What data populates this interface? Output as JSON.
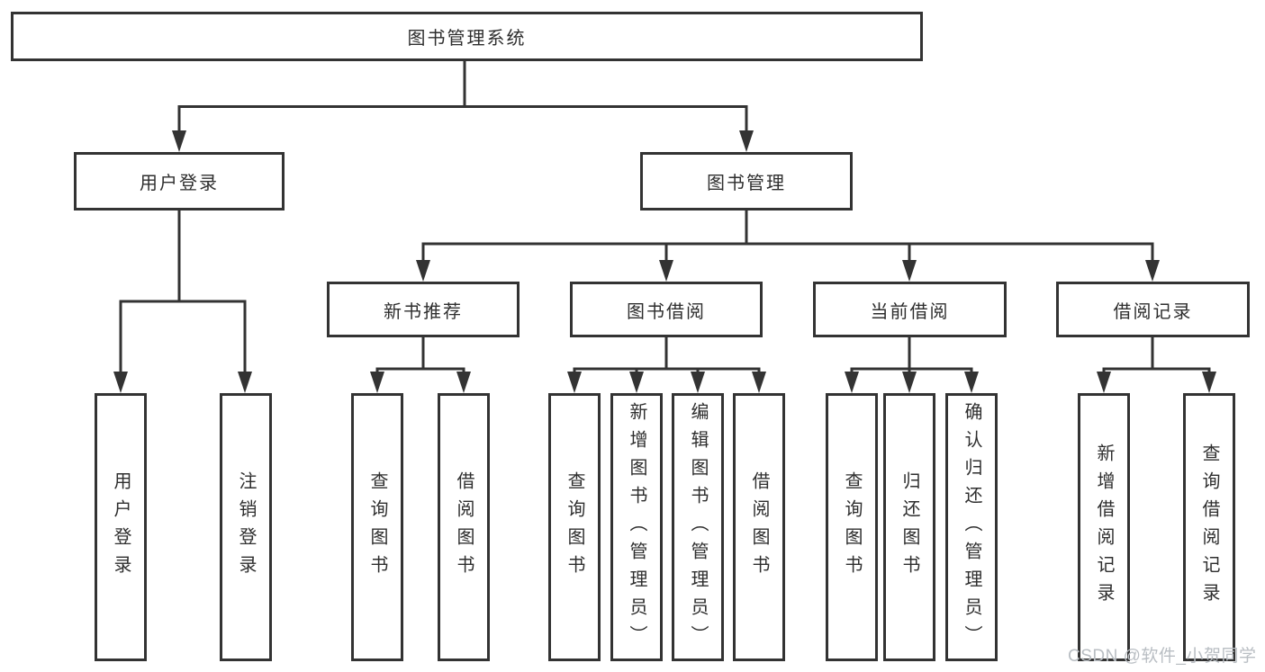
{
  "tree": {
    "root": "图书管理系统",
    "branches": [
      {
        "label": "用户登录",
        "children": [
          "用户登录",
          "注销登录"
        ]
      },
      {
        "label": "图书管理",
        "groups": [
          {
            "label": "新书推荐",
            "children": [
              "查询图书",
              "借阅图书"
            ]
          },
          {
            "label": "图书借阅",
            "children": [
              "查询图书",
              "新增图书（管理员）",
              "编辑图书（管理员）",
              "借阅图书"
            ]
          },
          {
            "label": "当前借阅",
            "children": [
              "查询图书",
              "归还图书",
              "确认归还（管理员）"
            ]
          },
          {
            "label": "借阅记录",
            "children": [
              "新增借阅记录",
              "查询借阅记录"
            ]
          }
        ]
      }
    ]
  },
  "watermark": {
    "text": "CSDN @软件_小贺同学"
  },
  "colors": {
    "line": "#333333",
    "text": "#2e2e2e",
    "bg": "#ffffff",
    "watermark": "#b9bec3"
  }
}
